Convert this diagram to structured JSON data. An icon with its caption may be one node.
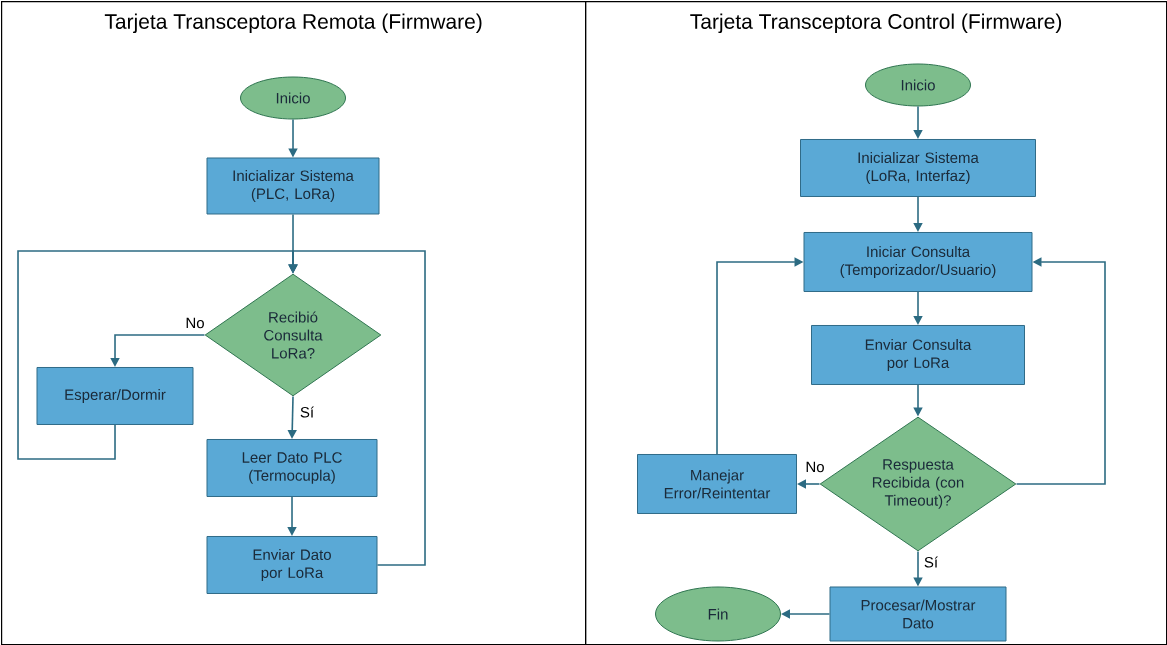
{
  "diagram": {
    "nodes": [
      {
        "text": [
          "Tarjeta Transceptora Remota (Firmware)"
        ]
      },
      {
        "text": [
          "Inicio"
        ],
        "in": 0
      },
      {
        "text": [
          "Inicializar Sistema (PLC, LoRa)"
        ],
        "in": 0
      },
      {
        "text": [
          "Recibió Consulta LoRa?"
        ],
        "in": 0
      },
      {
        "text": [
          "Esperar/Dormir"
        ],
        "in": 0
      },
      {
        "text": [
          "Leer Dato PLC (Termocupla)"
        ],
        "in": 0
      },
      {
        "text": [
          "Enviar Dato por LoRa"
        ],
        "in": 0
      },
      {
        "text": [
          "Tarjeta Transceptora Control (Firmware)"
        ]
      },
      {
        "text": [
          "Inicio"
        ],
        "in": 7
      },
      {
        "text": [
          "Inicializar Sistema (LoRa, Interfaz)"
        ],
        "in": 7
      },
      {
        "text": [
          "Iniciar Consulta (Temporizador/Usuario)"
        ],
        "in": 7
      },
      {
        "text": [
          "Enviar Consulta por LoRa"
        ],
        "in": 7
      },
      {
        "text": [
          "Respuesta Recibida (con Timeout)?"
        ],
        "in": 7
      },
      {
        "text": [
          "Manejar Error/Reintentar"
        ],
        "in": 7
      },
      {
        "text": [
          "Procesar/Mostrar Dato"
        ],
        "in": 7
      },
      {
        "text": [
          "Fin"
        ],
        "in": 7
      }
    ],
    "edges": [
      {
        "from": 1,
        "to": 2,
        "arrow": "to"
      },
      {
        "from": 2,
        "to": 3,
        "arrow": "to"
      },
      {
        "from": 3,
        "to": 4,
        "arrow": "to",
        "label": "No"
      },
      {
        "from": 3,
        "to": 5,
        "arrow": "to",
        "label": "Sí"
      },
      {
        "from": 4,
        "to": 3,
        "arrow": "to"
      },
      {
        "from": 5,
        "to": 6,
        "arrow": "to"
      },
      {
        "from": 6,
        "to": 3,
        "arrow": "to"
      },
      {
        "from": 8,
        "to": 9,
        "arrow": "to"
      },
      {
        "from": 9,
        "to": 10,
        "arrow": "to"
      },
      {
        "from": 10,
        "to": 11,
        "arrow": "to"
      },
      {
        "from": 11,
        "to": 12,
        "arrow": "to"
      },
      {
        "from": 12,
        "to": 13,
        "arrow": "to",
        "label": "No"
      },
      {
        "from": 13,
        "to": 10,
        "arrow": "to"
      },
      {
        "from": 12,
        "to": 10,
        "arrow": "to"
      },
      {
        "from": 12,
        "to": 14,
        "arrow": "to",
        "label": "Sí"
      },
      {
        "from": 14,
        "to": 15,
        "arrow": "to"
      }
    ]
  }
}
